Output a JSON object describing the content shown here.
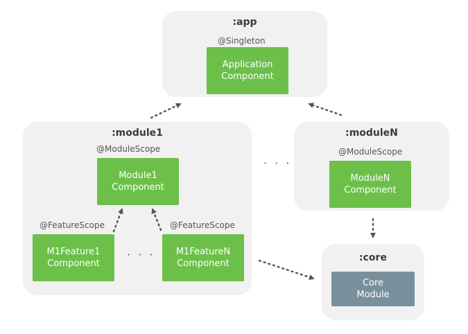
{
  "app": {
    "title": ":app",
    "scope": "@Singleton",
    "component_line1": "Application",
    "component_line2": "Component"
  },
  "module1": {
    "title": ":module1",
    "scope": "@ModuleScope",
    "component_line1": "Module1",
    "component_line2": "Component",
    "feature1": {
      "scope": "@FeatureScope",
      "line1": "M1Feature1",
      "line2": "Component"
    },
    "featureN": {
      "scope": "@FeatureScope",
      "line1": "M1FeatureN",
      "line2": "Component"
    },
    "ellipsis": "· · ·"
  },
  "moduleN": {
    "title": ":moduleN",
    "scope": "@ModuleScope",
    "component_line1": "ModuleN",
    "component_line2": "Component"
  },
  "core": {
    "title": ":core",
    "component_line1": "Core",
    "component_line2": "Module"
  },
  "between_modules_ellipsis": "· · ·",
  "colors": {
    "panel": "#f1f1f1",
    "component": "#6cc04a",
    "core_component": "#78909c",
    "arrow": "#555555"
  }
}
